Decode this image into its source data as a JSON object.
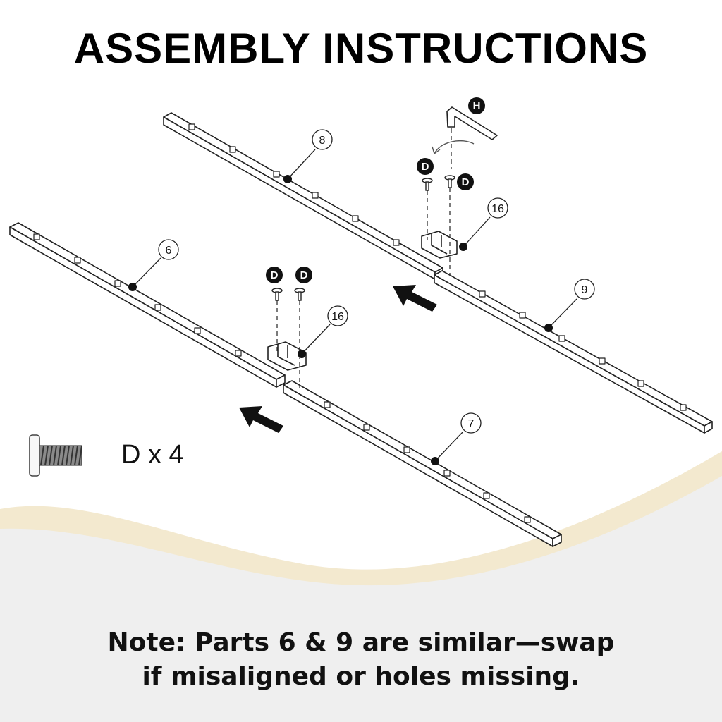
{
  "title": "ASSEMBLY INSTRUCTIONS",
  "note": {
    "line1": "Note: Parts 6 & 9 are similar—swap",
    "line2": "if misaligned or holes missing."
  },
  "legend": {
    "label": "D x 4"
  },
  "callouts": {
    "part8": "8",
    "part9": "9",
    "part6": "6",
    "part7": "7",
    "bracket_top": "16",
    "bracket_bottom": "16"
  },
  "badges": {
    "tool_h": "H",
    "screw_top_left": "D",
    "screw_top_right": "D",
    "screw_bottom_left": "D",
    "screw_bottom_right": "D"
  },
  "colors": {
    "background": "#ffffff",
    "wave_cream": "#f3e9cf",
    "panel_gray": "#efefef",
    "line": "#222222"
  }
}
